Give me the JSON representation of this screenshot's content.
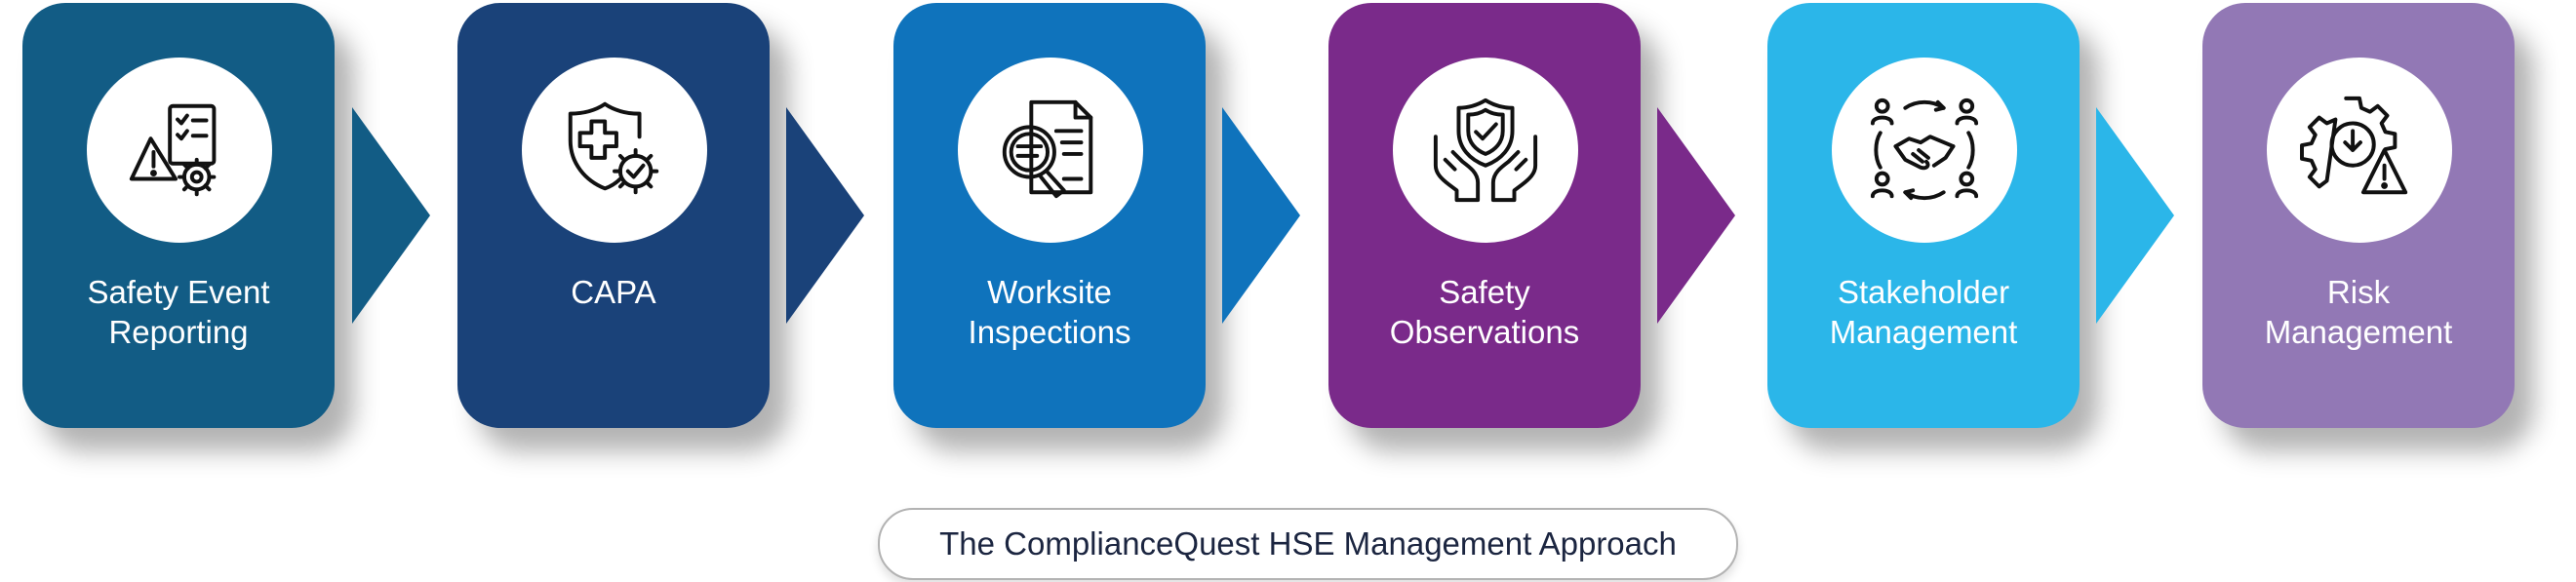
{
  "steps": [
    {
      "label": "Safety Event\nReporting",
      "color": "#125c85",
      "icon": "warning-checklist-gear-icon"
    },
    {
      "label": "CAPA",
      "color": "#1a4279",
      "icon": "shield-gear-icon"
    },
    {
      "label": "Worksite\nInspections",
      "color": "#0f73bc",
      "icon": "document-magnifier-icon"
    },
    {
      "label": "Safety\nObservations",
      "color": "#7a2a8a",
      "icon": "hands-shield-icon"
    },
    {
      "label": "Stakeholder\nManagement",
      "color": "#2bb6e9",
      "icon": "handshake-people-icon"
    },
    {
      "label": "Risk\nManagement",
      "color": "#9278b5",
      "icon": "gear-warning-icon"
    }
  ],
  "caption": "The ComplianceQuest HSE Management Approach"
}
